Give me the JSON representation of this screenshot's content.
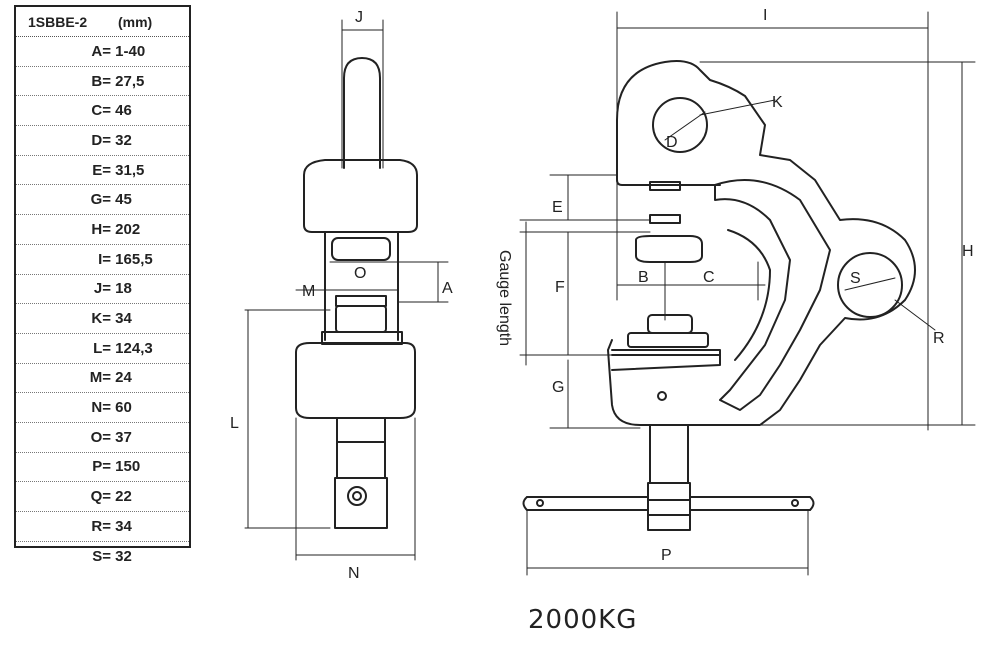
{
  "spec_table": {
    "model": "1SBBE-2",
    "unit": "(mm)",
    "rows": [
      {
        "label": "A=",
        "value": "1-40"
      },
      {
        "label": "B=",
        "value": "27,5"
      },
      {
        "label": "C=",
        "value": "46"
      },
      {
        "label": "D=",
        "value": "32"
      },
      {
        "label": "E=",
        "value": "31,5"
      },
      {
        "label": "G=",
        "value": "45"
      },
      {
        "label": "H=",
        "value": "202"
      },
      {
        "label": "I=",
        "value": "165,5"
      },
      {
        "label": "J=",
        "value": "18"
      },
      {
        "label": "K=",
        "value": "34"
      },
      {
        "label": "L=",
        "value": "124,3"
      },
      {
        "label": "M=",
        "value": "24"
      },
      {
        "label": "N=",
        "value": "60"
      },
      {
        "label": "O=",
        "value": "37"
      },
      {
        "label": "P=",
        "value": "150"
      },
      {
        "label": "Q=",
        "value": "22"
      },
      {
        "label": "R=",
        "value": "34"
      },
      {
        "label": "S=",
        "value": "32"
      }
    ]
  },
  "dimension_labels": {
    "j": "J",
    "o": "O",
    "m": "M",
    "a": "A",
    "l": "L",
    "n": "N",
    "i": "I",
    "k": "K",
    "d": "D",
    "e": "E",
    "b": "B",
    "c": "C",
    "f": "F",
    "g": "G",
    "h": "H",
    "s": "S",
    "r": "R",
    "p": "P",
    "gauge": "Gauge length"
  },
  "caption": "2000KG"
}
